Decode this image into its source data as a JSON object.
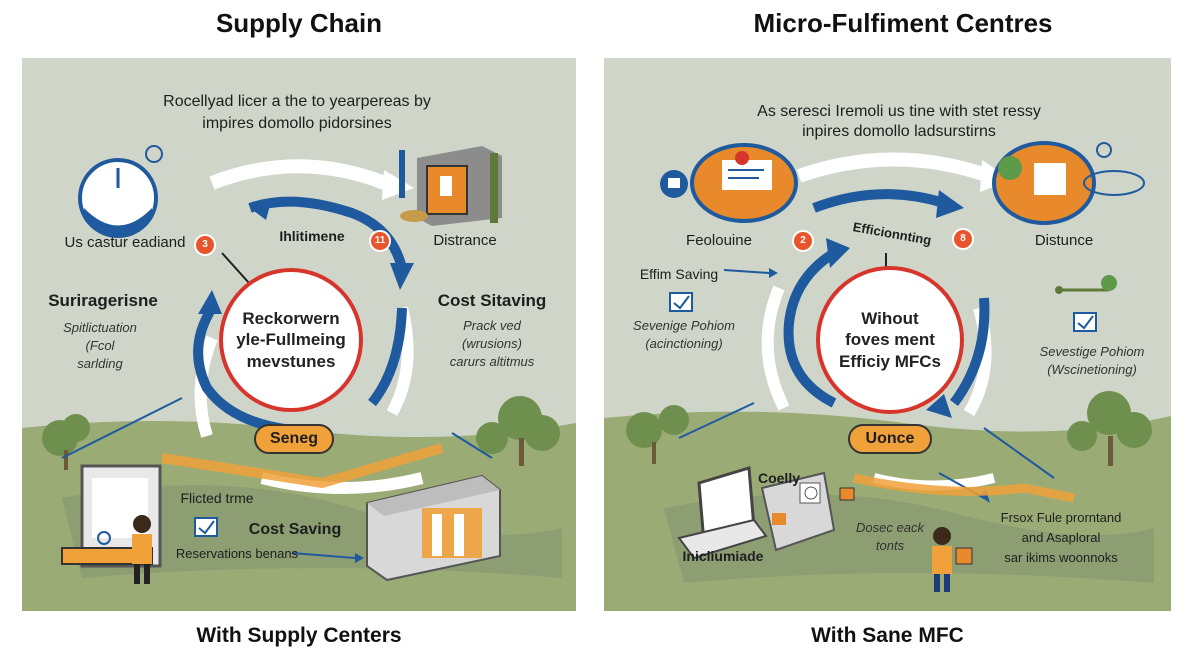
{
  "left": {
    "title": "Supply Chain",
    "subtitle": "With Supply Centers",
    "intro": [
      "Rocellyad licer a the to yearpereas by",
      "impires domollo pidorsines"
    ],
    "labels": {
      "customer": "Us castur eadiand",
      "inbound": "Ihlitimene",
      "distance": "Distrance",
      "cost_top": "Cost Sitaving",
      "surface": "Suriragerisne",
      "surface_desc": [
        "Spitlictuation",
        "(Fcol",
        "sarlding"
      ],
      "cost_desc": [
        "Prack ved",
        "(wrusions)",
        "carurs altitmus"
      ],
      "center": [
        "Reckorwern",
        "yle-Fullmeing",
        "mevstunes"
      ],
      "pill": "Seneg",
      "flicked": "Flicted trme",
      "cost_bottom": "Cost Saving",
      "reservations": "Reservations benans"
    },
    "badges": {
      "customer": "3",
      "inbound": "11"
    }
  },
  "right": {
    "title": "Micro-Fulfiment Centres",
    "subtitle": "With Sane MFC",
    "intro": [
      "As seresci Iremoli us tine with stet ressy",
      "inpires domollo ladsurstirns"
    ],
    "labels": {
      "feedback": "Feolouine",
      "efficiency": "Efficionnting",
      "distance": "Distunce",
      "effim": "Effim Saving",
      "sevenge_left": [
        "Sevenige Pohiom",
        "(acinctioning)"
      ],
      "center": [
        "Wihout",
        "foves ment",
        "Efficiy MFCs"
      ],
      "sevenge_right": [
        "Sevestige Pohiom",
        "(Wscinetioning)"
      ],
      "pill": "Uonce",
      "coelly": "Coelly",
      "dosec": [
        "Dosec eack",
        "tonts"
      ],
      "inicl": "Inicliumiade",
      "frox": [
        "Frsox Fule prorntand",
        "and Asaploral",
        "sar ikims woonnoks"
      ]
    },
    "badges": {
      "feedback": "2",
      "efficiency": "8"
    }
  },
  "colors": {
    "panel_bg": "#cfd6c9",
    "arrow_blue": "#1f5a9e",
    "accent_orange": "#f0a13a",
    "ring_red": "#d7352c",
    "grass": "#9bab76"
  }
}
